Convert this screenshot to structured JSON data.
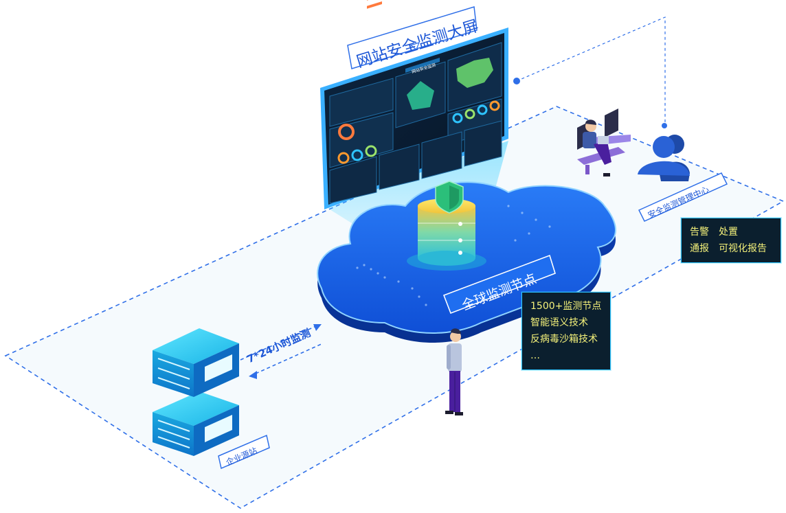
{
  "screen_title": "网站安全监测大屏",
  "screen_header": "网站安全监测",
  "cloud_label": "全球监测节点",
  "monitor_label": "7*24小时监测",
  "site_label": "企业源站",
  "center_label": "安全监测管理中心",
  "center_callout": {
    "line1": "告警　处置",
    "line2": "通报　可视化报告"
  },
  "node_callout": {
    "line1": "1500+监测节点",
    "line2": "智能语义技术",
    "line3": "反病毒沙箱技术",
    "line4": "…"
  },
  "colors": {
    "accent": "#2f6fe8",
    "callout_text": "#f5f27a",
    "callout_bg": "#0b1f2e",
    "cloud": "#1f6ef0",
    "screen_bg": "#0a1a2e",
    "server": "#1ec8f0"
  },
  "icons": [
    "shield-icon",
    "database-icon",
    "server-icon",
    "user-group-icon",
    "person-icon",
    "worker-icon"
  ]
}
